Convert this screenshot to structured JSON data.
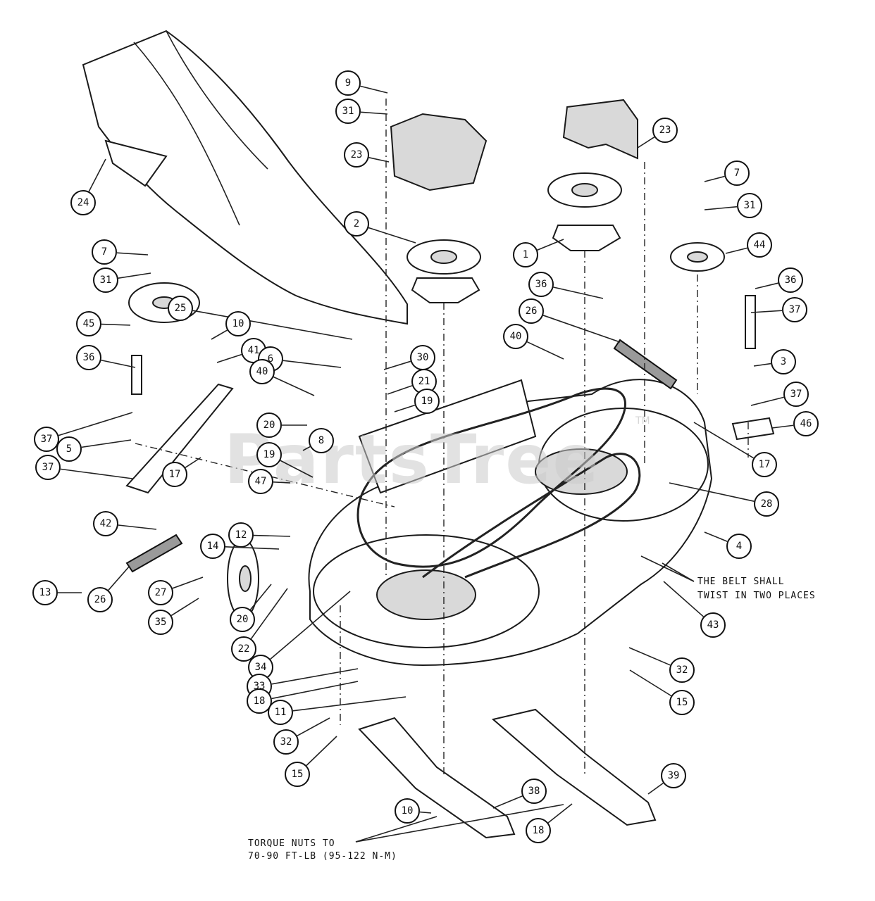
{
  "watermark": {
    "text": "PartsTree",
    "tm": "TM"
  },
  "notes": {
    "belt_line1": "THE BELT SHALL",
    "belt_line2": "TWIST IN TWO PLACES",
    "torque_line1": "TORQUE NUTS TO",
    "torque_line2": "70-90 FT-LB (95-122 N-M)"
  },
  "callouts": [
    {
      "n": "9"
    },
    {
      "n": "31"
    },
    {
      "n": "23"
    },
    {
      "n": "23"
    },
    {
      "n": "24"
    },
    {
      "n": "7"
    },
    {
      "n": "31"
    },
    {
      "n": "2"
    },
    {
      "n": "1"
    },
    {
      "n": "44"
    },
    {
      "n": "7"
    },
    {
      "n": "31"
    },
    {
      "n": "45"
    },
    {
      "n": "25"
    },
    {
      "n": "10"
    },
    {
      "n": "36"
    },
    {
      "n": "26"
    },
    {
      "n": "36"
    },
    {
      "n": "36"
    },
    {
      "n": "41"
    },
    {
      "n": "6"
    },
    {
      "n": "40"
    },
    {
      "n": "30"
    },
    {
      "n": "40"
    },
    {
      "n": "37"
    },
    {
      "n": "3"
    },
    {
      "n": "21"
    },
    {
      "n": "19"
    },
    {
      "n": "37"
    },
    {
      "n": "20"
    },
    {
      "n": "37"
    },
    {
      "n": "5"
    },
    {
      "n": "8"
    },
    {
      "n": "46"
    },
    {
      "n": "19"
    },
    {
      "n": "17"
    },
    {
      "n": "37"
    },
    {
      "n": "17"
    },
    {
      "n": "47"
    },
    {
      "n": "28"
    },
    {
      "n": "42"
    },
    {
      "n": "12"
    },
    {
      "n": "14"
    },
    {
      "n": "4"
    },
    {
      "n": "13"
    },
    {
      "n": "26"
    },
    {
      "n": "27"
    },
    {
      "n": "35"
    },
    {
      "n": "20"
    },
    {
      "n": "43"
    },
    {
      "n": "22"
    },
    {
      "n": "34"
    },
    {
      "n": "32"
    },
    {
      "n": "33"
    },
    {
      "n": "15"
    },
    {
      "n": "18"
    },
    {
      "n": "11"
    },
    {
      "n": "32"
    },
    {
      "n": "15"
    },
    {
      "n": "39"
    },
    {
      "n": "38"
    },
    {
      "n": "10"
    },
    {
      "n": "18"
    }
  ]
}
